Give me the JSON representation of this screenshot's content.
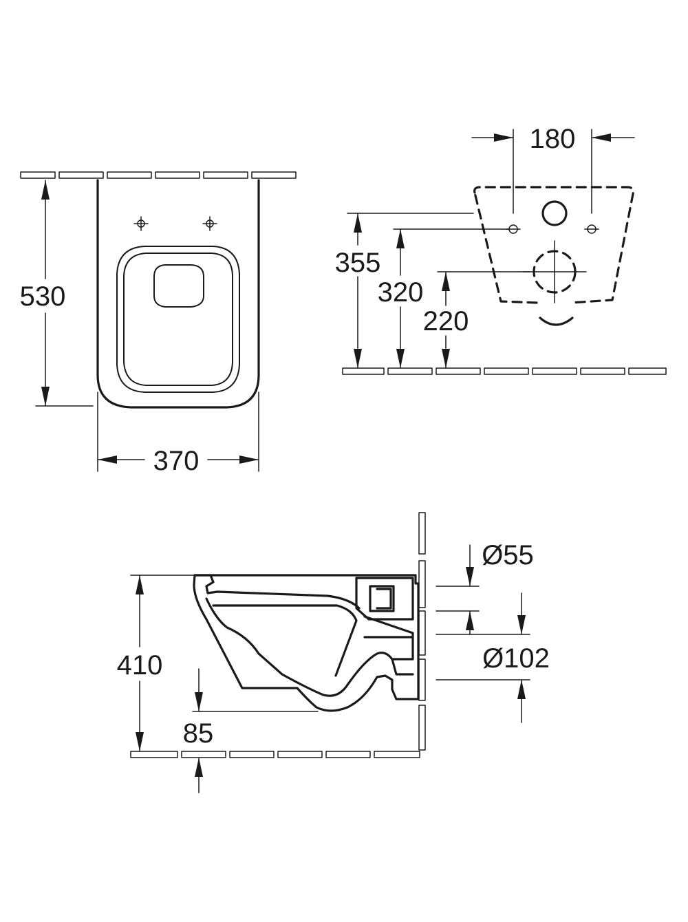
{
  "dimensions": {
    "depth": "530",
    "width": "370",
    "fixing_spacing": "180",
    "height_355": "355",
    "height_320": "320",
    "height_220": "220",
    "pan_height": "410",
    "outlet_height": "85",
    "inlet_diameter": "Ø55",
    "outlet_diameter": "Ø102"
  },
  "colors": {
    "line": "#1a1a1a",
    "background": "#ffffff"
  }
}
